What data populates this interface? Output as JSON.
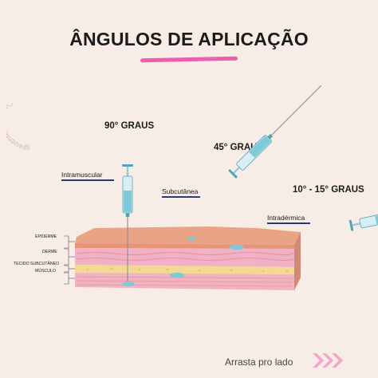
{
  "title": "ÂNGULOS DE APLICAÇÃO",
  "angles": {
    "ninety": "90° GRAUS",
    "fortyfive": "45° GRAUS",
    "ten_fifteen": "10° - 15° GRAUS"
  },
  "injections": {
    "intramuscular": "Intramuscular",
    "subcutanea": "Subcutânea",
    "intradermica": "Intradérmica"
  },
  "layers": {
    "epiderme": "EPIDERME",
    "derme": "DERME",
    "subcutaneo": "TECIDO SUBCUTÂNEO",
    "musculo": "MÚSCULO"
  },
  "watermark": "@euenfermagem_",
  "footer": {
    "swipe": "Arrasta pro lado"
  },
  "colors": {
    "background": "#f7ece6",
    "accent_pink": "#ec5fae",
    "skin_top": "#e9a485",
    "derme": "#f0b2c4",
    "subcutaneo": "#f3d992",
    "syringe_fluid": "#7fcad9"
  }
}
